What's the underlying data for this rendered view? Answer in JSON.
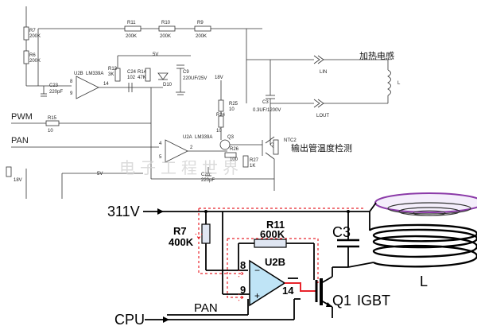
{
  "schematic": {
    "components": [
      {
        "ref": "R7",
        "value": "200K"
      },
      {
        "ref": "R6",
        "value": "200K"
      },
      {
        "ref": "R11",
        "value": "200K"
      },
      {
        "ref": "R10",
        "value": "200K"
      },
      {
        "ref": "R9",
        "value": "200K"
      },
      {
        "ref": "U2B",
        "value": "LM339A"
      },
      {
        "ref": "R13",
        "value": "3K"
      },
      {
        "ref": "C24",
        "value": "102"
      },
      {
        "ref": "R14",
        "value": "47K"
      },
      {
        "ref": "D10",
        "value": ""
      },
      {
        "ref": "C9",
        "value": "220UF/25V"
      },
      {
        "ref": "C23",
        "value": "220pF"
      },
      {
        "ref": "R15",
        "value": "10"
      },
      {
        "ref": "U2A",
        "value": "LM339A"
      },
      {
        "ref": "R25",
        "value": "10"
      },
      {
        "ref": "R24",
        "value": "10"
      },
      {
        "ref": "Q3",
        "value": ""
      },
      {
        "ref": "R26",
        "value": "100"
      },
      {
        "ref": "R27",
        "value": "1K"
      },
      {
        "ref": "C26",
        "value": "220pF"
      },
      {
        "ref": "C3",
        "value": "0.3UF/1200V"
      },
      {
        "ref": "NTC2",
        "value": ""
      },
      {
        "ref": "Q1",
        "value": ""
      }
    ],
    "rails": {
      "v5": "5V",
      "v18": "18V"
    },
    "pins": {
      "u2b_8": "8",
      "u2b_9": "9",
      "u2b_14": "14",
      "u2a_4": "4",
      "u2a_5": "5",
      "u2a_2": "2"
    },
    "nets": {
      "pwm": "PWM",
      "pan": "PAN",
      "lin": "LIN",
      "lout": "LOUT",
      "inductor": "L"
    },
    "notes": {
      "heating_inductor": "加热电感",
      "tube_temp": "输出管温度检测"
    },
    "watermark_text": "电子工程世界"
  },
  "simplified": {
    "v311": "311V",
    "r7": {
      "ref": "R7",
      "value": "400K"
    },
    "r11": {
      "ref": "R11",
      "value": "600K"
    },
    "c3": "C3",
    "opamp": "U2B",
    "pin8": "8",
    "pin9": "9",
    "pin14": "14",
    "pan": "PAN",
    "cpu": "CPU",
    "q1": "Q1",
    "igbt": "IGBT",
    "inductor": "L"
  },
  "colors": {
    "dash": "#e8242c",
    "coil_top": "#8b3aa8",
    "coil_body": "#000000"
  }
}
